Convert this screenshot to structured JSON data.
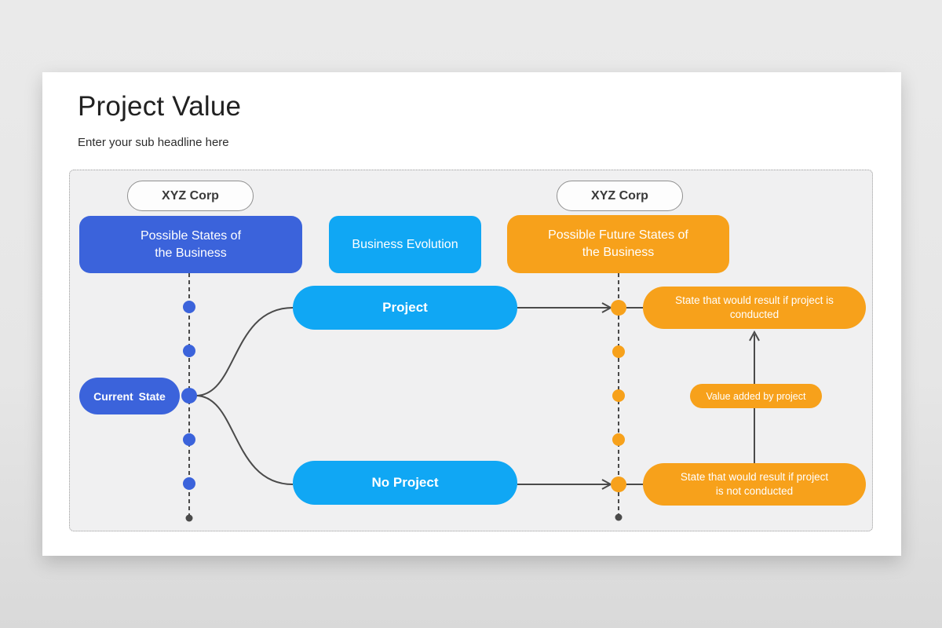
{
  "slide": {
    "title": "Project Value",
    "subtitle": "Enter your sub headline here"
  },
  "colors": {
    "royal_blue": "#3b63db",
    "cyan": "#10a7f4",
    "orange": "#f7a11b",
    "connector_gray": "#4a4a4a",
    "panel_bg": "#f0f0f1"
  },
  "diagram": {
    "org_left": {
      "label": "XYZ Corp"
    },
    "org_right": {
      "label": "XYZ Corp"
    },
    "header_left": {
      "line1": "Possible States of",
      "line2": "the Business"
    },
    "header_mid": {
      "label": "Business Evolution"
    },
    "header_right": {
      "line1": "Possible Future States of",
      "line2": "the Business"
    },
    "current_state": {
      "label": "Current State"
    },
    "project": {
      "label": "Project"
    },
    "no_project": {
      "label": "No Project"
    },
    "state_conducted": {
      "line1": "State that would result if project is",
      "line2": "conducted"
    },
    "state_not_conducted": {
      "line1": "State that would result if project",
      "line2": "is not conducted"
    },
    "value_added": {
      "label": "Value added by project"
    }
  }
}
